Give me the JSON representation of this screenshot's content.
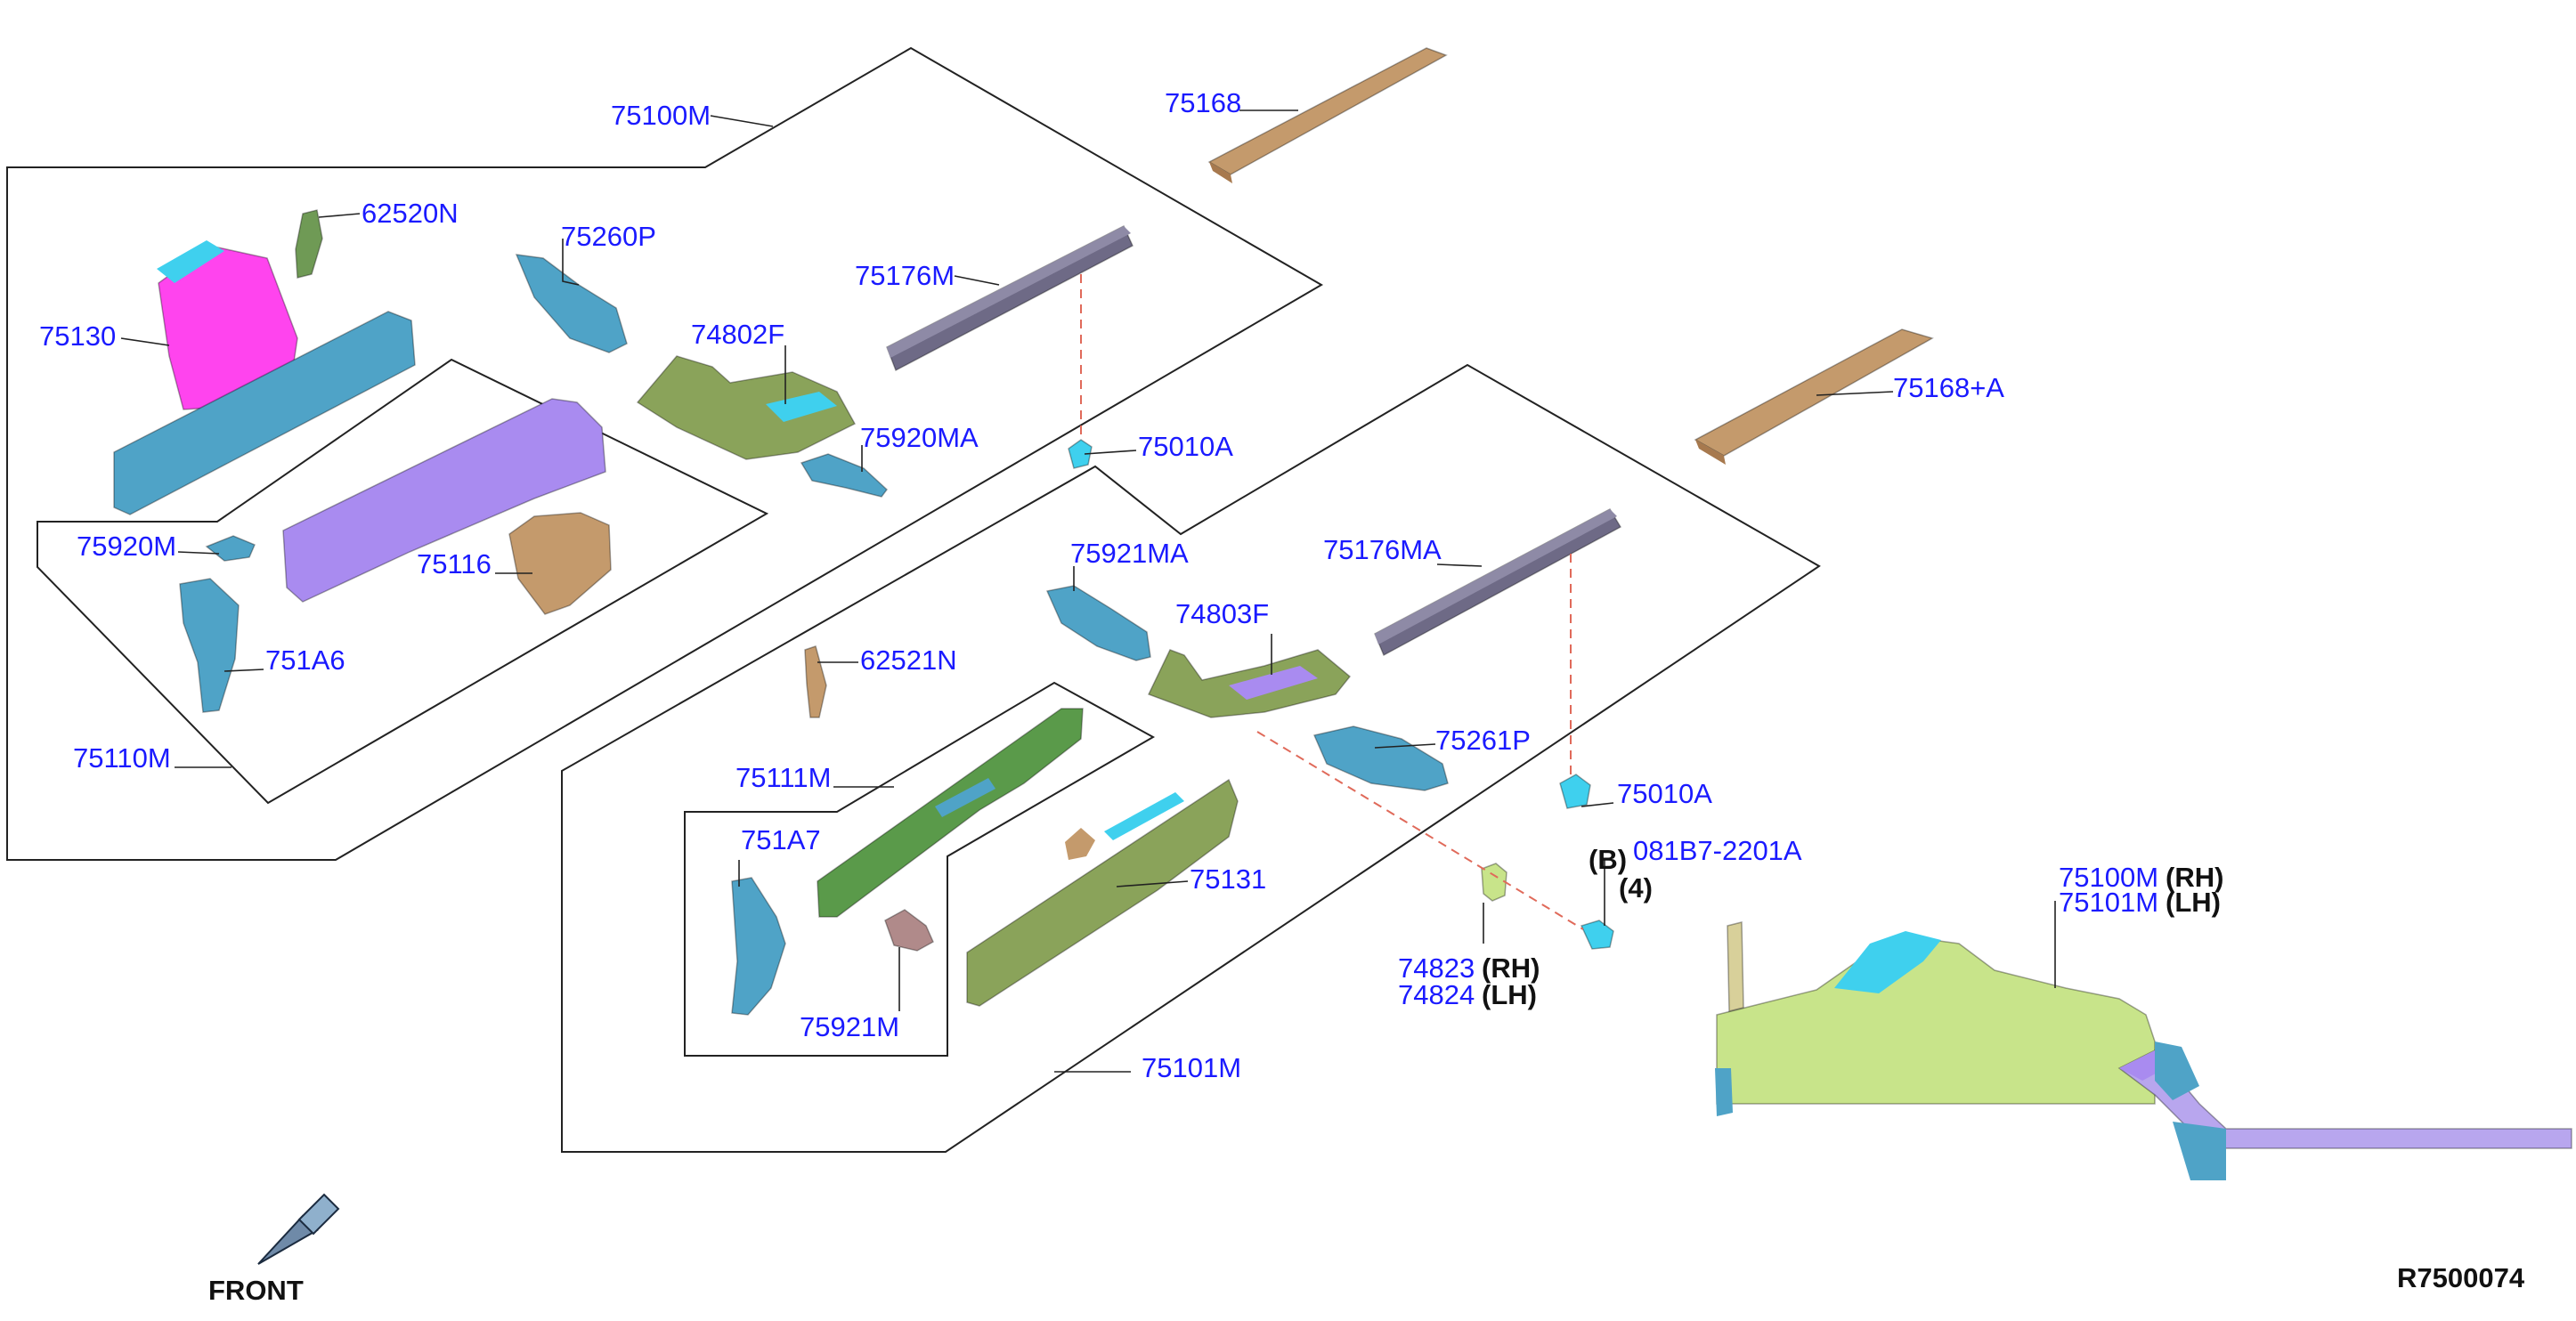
{
  "labels": {
    "l75100M": "75100M",
    "l75168": "75168",
    "l62520N": "62520N",
    "l75260P": "75260P",
    "l75176M": "75176M",
    "l75130": "75130",
    "l74802F": "74802F",
    "l75920MA": "75920MA",
    "l75010A_top": "75010A",
    "l75168A": "75168+A",
    "l75920M": "75920M",
    "l75116": "75116",
    "l751A6": "751A6",
    "l75110M": "75110M",
    "l75921MA": "75921MA",
    "l75176MA": "75176MA",
    "l74803F": "74803F",
    "l62521N": "62521N",
    "l75261P": "75261P",
    "l75111M": "75111M",
    "l75010A_mid": "75010A",
    "l081B7": "081B7-2201A",
    "l751A7": "751A7",
    "l75131": "75131",
    "l74823": "74823",
    "l74824": "74824",
    "l75921M": "75921M",
    "l75101M": "75101M",
    "l75100M_b": "75100M",
    "l75101M_b": "75101M"
  },
  "qualifiers": {
    "b": "(B)",
    "qty": "(4)",
    "rh": "(RH)",
    "lh": "(LH)"
  },
  "front_label": "FRONT",
  "diagram_code": "R7500074",
  "colors": {
    "label_blue": "#1a1aff",
    "teal": "#4fa3c7",
    "magenta": "#ff44ee",
    "olive": "#8aa35a",
    "purple": "#a98bf0",
    "tan": "#c49a6c",
    "slate": "#6e6a86",
    "cyan": "#3fd0ee",
    "lime": "#c8e48a"
  }
}
